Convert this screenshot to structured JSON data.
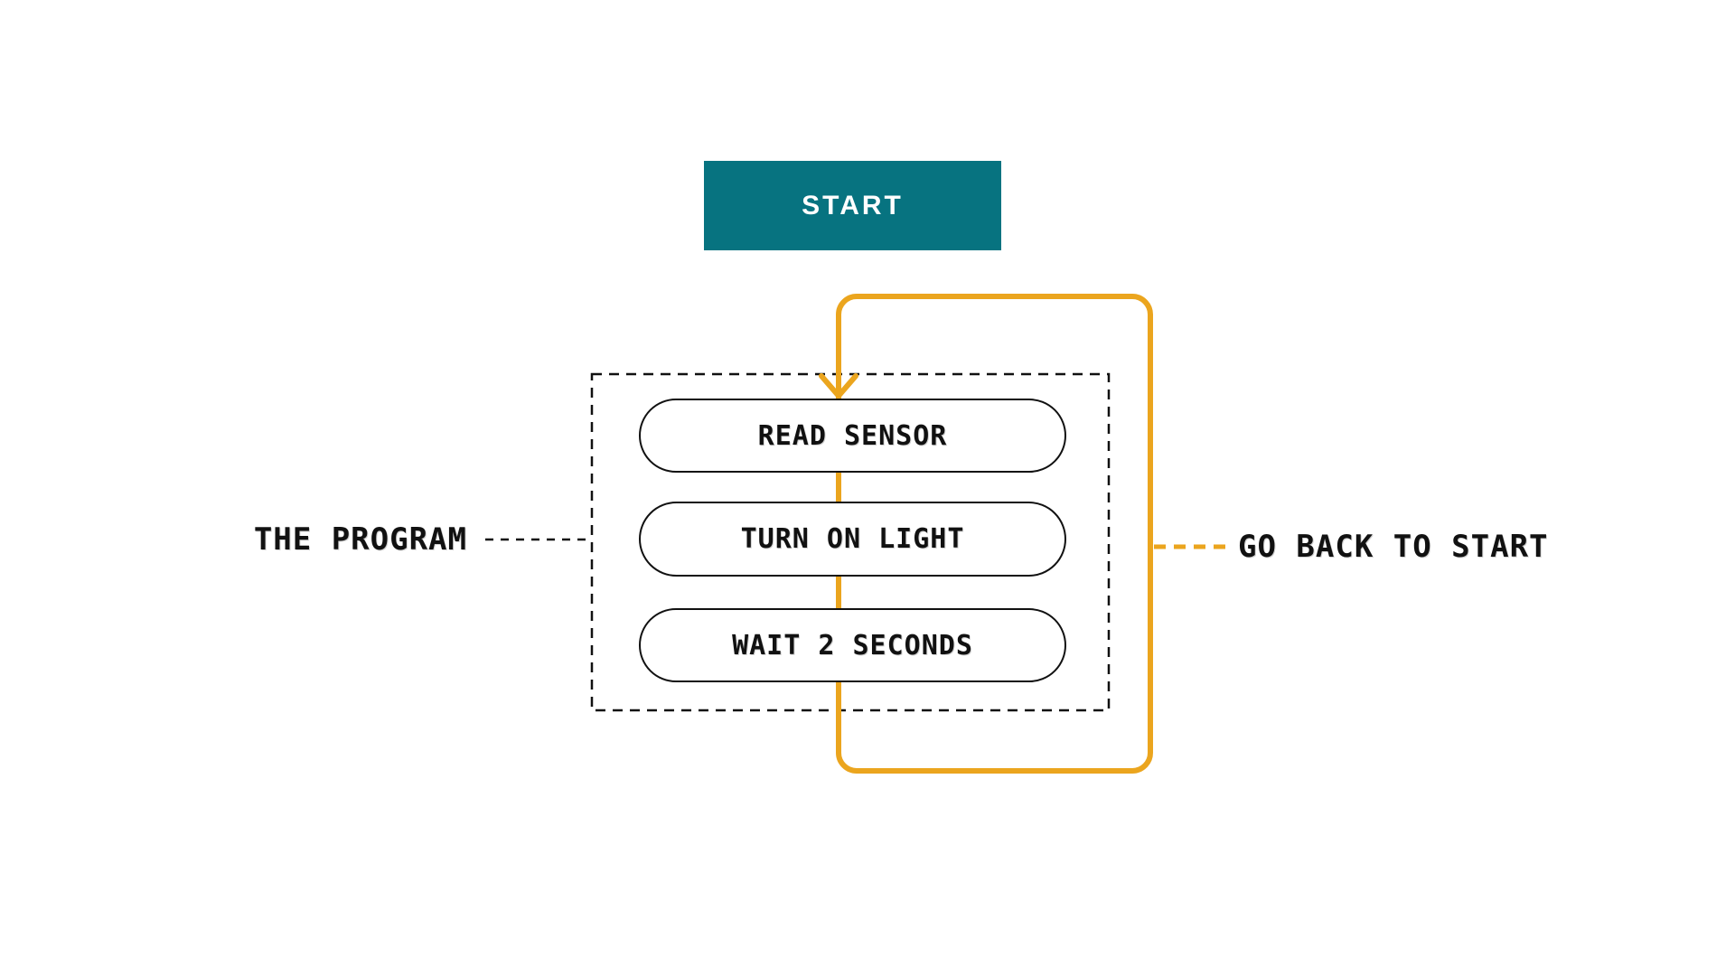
{
  "diagram": {
    "start_label": "START",
    "steps": [
      {
        "label": "READ SENSOR"
      },
      {
        "label": "TURN ON LIGHT"
      },
      {
        "label": "WAIT 2 SECONDS"
      }
    ],
    "left_annotation": "THE PROGRAM",
    "right_annotation": "GO BACK TO START",
    "colors": {
      "start_fill": "#077380",
      "loop_stroke": "#EBA51E",
      "ink": "#111111",
      "background": "#FFFFFF"
    }
  }
}
